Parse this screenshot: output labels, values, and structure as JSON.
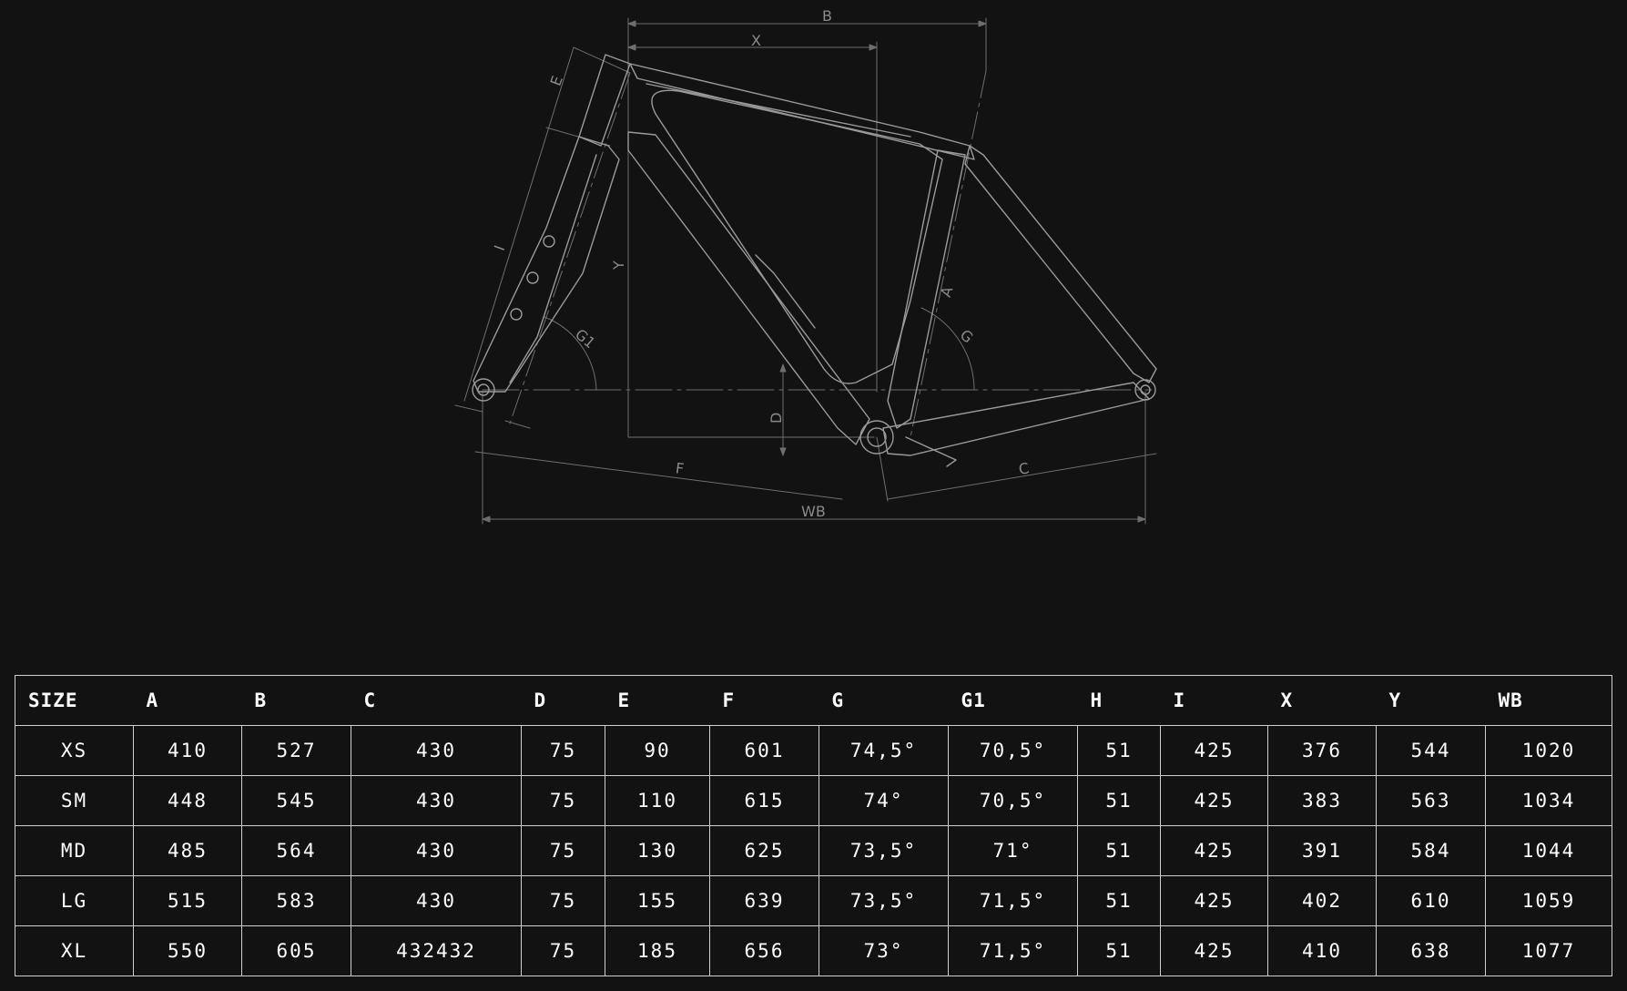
{
  "diagram": {
    "labels": {
      "B": "B",
      "X": "X",
      "E": "E",
      "I": "I",
      "Y": "Y",
      "G1": "G1",
      "A": "A",
      "G": "G",
      "D": "D",
      "F": "F",
      "C": "C",
      "WB": "WB"
    }
  },
  "table": {
    "headers": [
      "SIZE",
      "A",
      "B",
      "C",
      "D",
      "E",
      "F",
      "G",
      "G1",
      "H",
      "I",
      "X",
      "Y",
      "WB"
    ],
    "rows": [
      [
        "XS",
        "410",
        "527",
        "430",
        "75",
        "90",
        "601",
        "74,5°",
        "70,5°",
        "51",
        "425",
        "376",
        "544",
        "1020"
      ],
      [
        "SM",
        "448",
        "545",
        "430",
        "75",
        "110",
        "615",
        "74°",
        "70,5°",
        "51",
        "425",
        "383",
        "563",
        "1034"
      ],
      [
        "MD",
        "485",
        "564",
        "430",
        "75",
        "130",
        "625",
        "73,5°",
        "71°",
        "51",
        "425",
        "391",
        "584",
        "1044"
      ],
      [
        "LG",
        "515",
        "583",
        "430",
        "75",
        "155",
        "639",
        "73,5°",
        "71,5°",
        "51",
        "425",
        "402",
        "610",
        "1059"
      ],
      [
        "XL",
        "550",
        "605",
        "432432",
        "75",
        "185",
        "656",
        "73°",
        "71,5°",
        "51",
        "425",
        "410",
        "638",
        "1077"
      ]
    ]
  },
  "colors": {
    "background": "#121212",
    "frame_line": "#9a9a9a",
    "dimension_line": "#6e6e6e",
    "text": "#ffffff",
    "table_border": "#cfcfcf"
  }
}
